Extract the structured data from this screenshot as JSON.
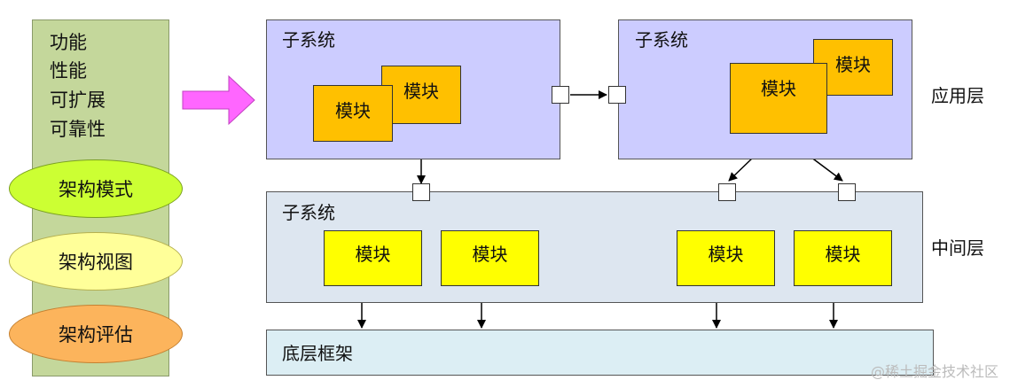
{
  "qualities": [
    "功能",
    "性能",
    "可扩展",
    "可靠性"
  ],
  "architecture_items": [
    "架构模式",
    "架构视图",
    "架构评估"
  ],
  "subsystem_label": "子系统",
  "module_label": "模块",
  "layers": {
    "application": "应用层",
    "middle": "中间层"
  },
  "base_framework": "底层框架",
  "watermark": "@稀土掘金技术社区",
  "colors": {
    "pillar": "#c4d79b",
    "arrow_big": "#ff66ff",
    "subsystem_app": "#ccccff",
    "subsystem_mid": "#dde6f0",
    "base": "#dceef4",
    "module_app": "#ffc000",
    "module_mid": "#ffff00"
  }
}
